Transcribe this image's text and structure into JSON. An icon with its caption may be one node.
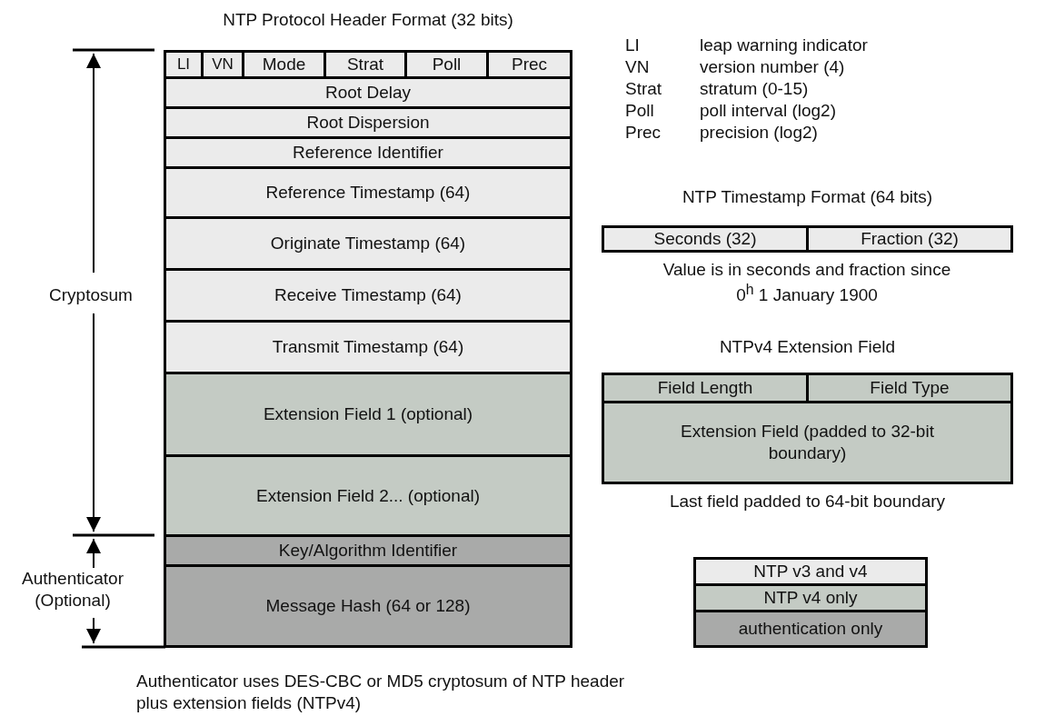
{
  "diagram": {
    "title": "NTP Protocol Header Format (32 bits)",
    "caption": "Authenticator uses DES-CBC or MD5 cryptosum of NTP header plus extension fields (NTPv4)",
    "nodes": [
      {
        "text": [
          "LI"
        ]
      },
      {
        "text": [
          "VN"
        ]
      },
      {
        "text": [
          "Mode"
        ]
      },
      {
        "text": [
          "Strat"
        ]
      },
      {
        "text": [
          "Poll"
        ]
      },
      {
        "text": [
          "Prec"
        ]
      },
      {
        "text": [
          "Root Delay"
        ]
      },
      {
        "text": [
          "Root Dispersion"
        ]
      },
      {
        "text": [
          "Reference Identifier"
        ]
      },
      {
        "text": [
          "Reference Timestamp (64)"
        ]
      },
      {
        "text": [
          "Originate Timestamp (64)"
        ]
      },
      {
        "text": [
          "Receive Timestamp (64)"
        ]
      },
      {
        "text": [
          "Transmit Timestamp (64)"
        ]
      },
      {
        "text": [
          "Extension Field 1 (optional)"
        ]
      },
      {
        "text": [
          "Extension Field 2... (optional)"
        ]
      },
      {
        "text": [
          "Key/Algorithm Identifier"
        ]
      },
      {
        "text": [
          "Message Hash (64 or 128)"
        ]
      },
      {
        "text": [
          "Seconds (32)"
        ]
      },
      {
        "text": [
          "Fraction (32)"
        ]
      },
      {
        "text": [
          "Field Length"
        ]
      },
      {
        "text": [
          "Field Type"
        ]
      },
      {
        "text": [
          "Extension Field (padded to 32-bit boundary)"
        ]
      }
    ],
    "labels": [
      "LI",
      "leap warning indicator",
      "VN",
      "version number (4)",
      "Strat",
      "stratum (0-15)",
      "Poll",
      "poll interval (log2)",
      "Prec",
      "precision (log2)",
      "NTP Timestamp Format (64 bits)",
      "Value is in seconds and fraction since 0$^{h}$ 1 January 1900",
      "Cryptosum",
      "NTPv4 Extension Field",
      "Last field padded to 64-bit boundary",
      "Authenticator (Optional)"
    ],
    "legend": [
      {
        "text": "NTP v3 and v4",
        "color": "#ebebeb"
      },
      {
        "text": "NTP v4 only",
        "color": "#c4cbc4"
      },
      {
        "text": "authentication  only",
        "color": "#a9aaa9"
      }
    ]
  }
}
